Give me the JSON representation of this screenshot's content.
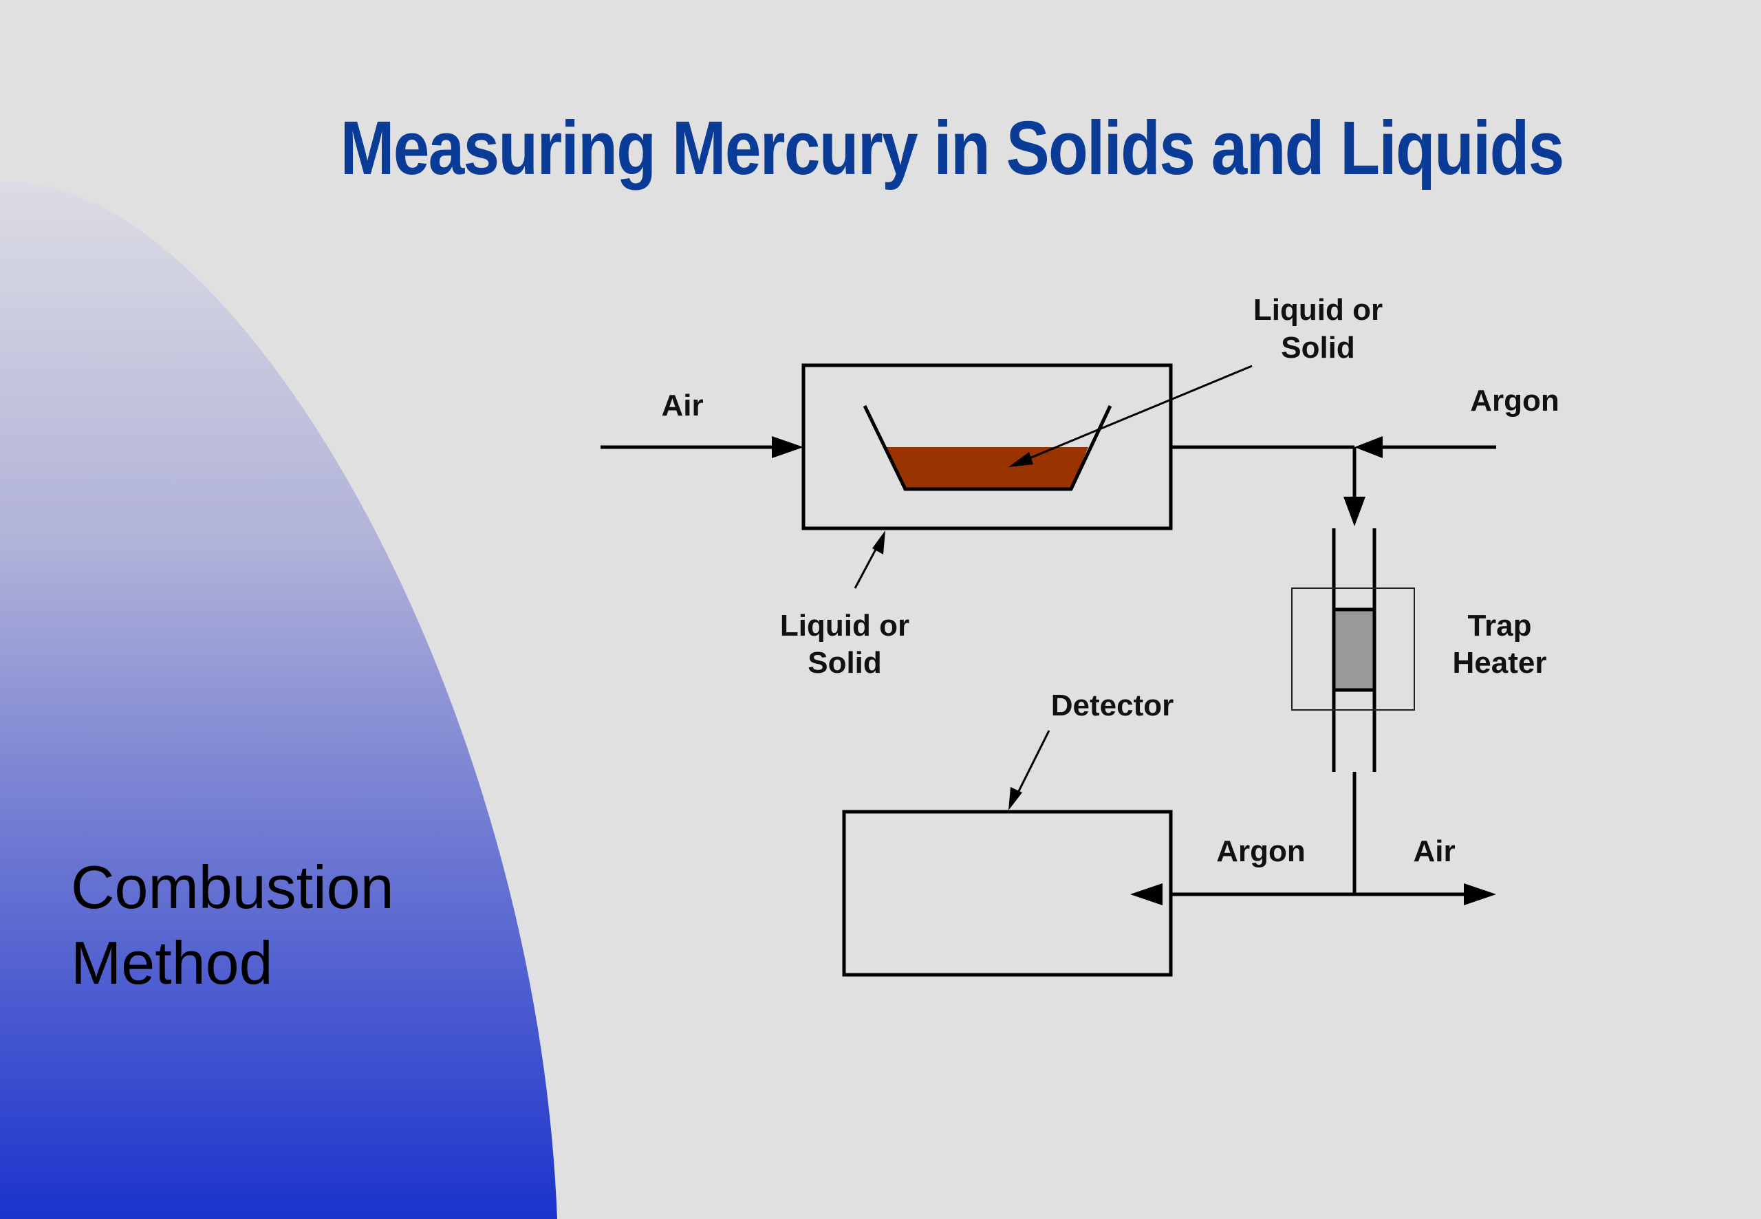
{
  "slide": {
    "title": "Measuring Mercury in Solids and Liquids",
    "side_label_line1": "Combustion",
    "side_label_line2": "Method"
  },
  "diagram": {
    "labels": {
      "air_in": "Air",
      "liquid_or_solid_top_line1": "Liquid or",
      "liquid_or_solid_top_line2": "Solid",
      "argon_in": "Argon",
      "liquid_or_solid_bottom_line1": "Liquid or",
      "liquid_or_solid_bottom_line2": "Solid",
      "trap_heater_line1": "Trap",
      "trap_heater_line2": "Heater",
      "detector": "Detector",
      "argon_out": "Argon",
      "air_out": "Air"
    }
  },
  "colors": {
    "title": "#0a3b96",
    "background": "#e0e0e0",
    "gradient_top": "#dcdce4",
    "gradient_bottom": "#1b33cc",
    "sample": "#993300",
    "trap_fill": "#999999"
  }
}
